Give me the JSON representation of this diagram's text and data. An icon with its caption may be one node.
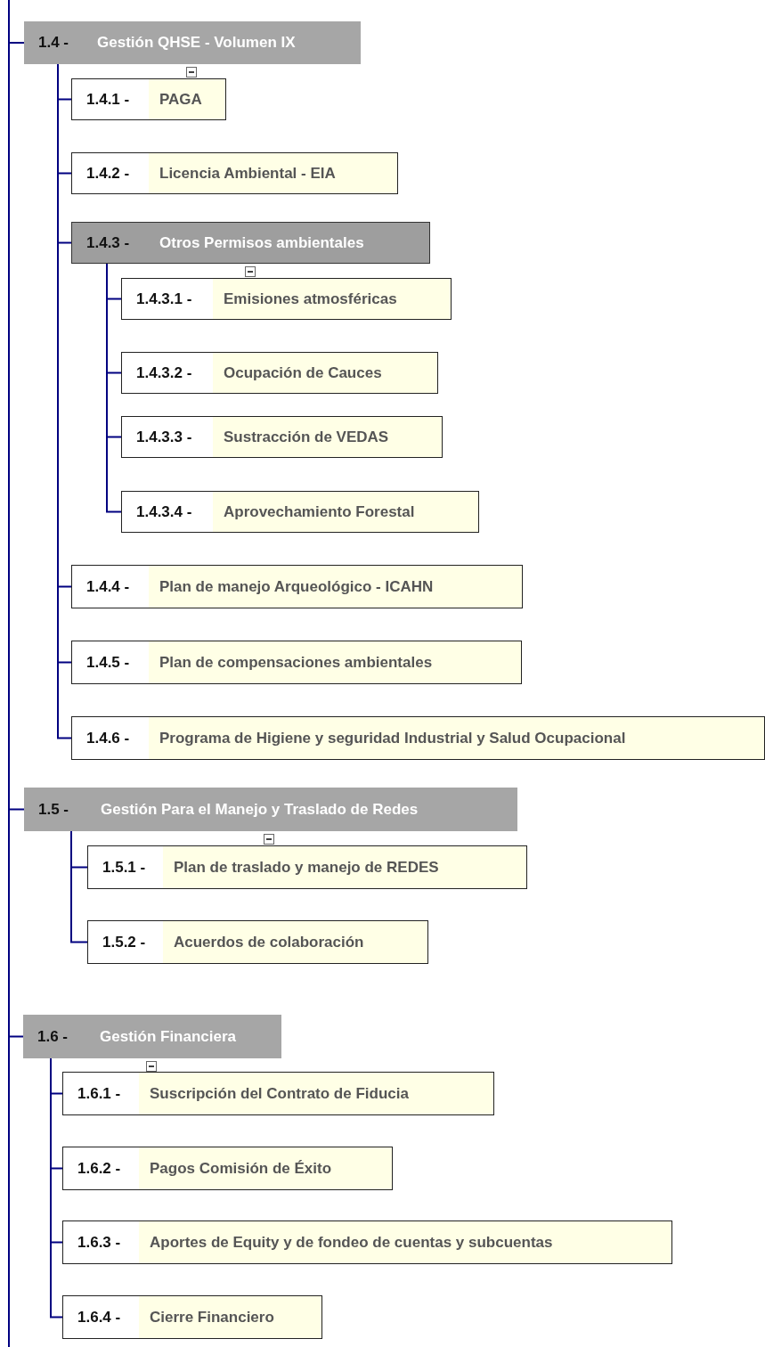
{
  "diagram": {
    "nodes": [
      {
        "text": [
          "1.4 -",
          "Gestión QHSE - Volumen IX"
        ]
      },
      {
        "text": [
          "1.4.1 -",
          "PAGA"
        ]
      },
      {
        "text": [
          "1.4.2 -",
          "Licencia Ambiental - EIA"
        ]
      },
      {
        "text": [
          "1.4.3 -",
          "Otros Permisos ambientales"
        ]
      },
      {
        "text": [
          "1.4.3.1 -",
          "Emisiones atmosféricas"
        ]
      },
      {
        "text": [
          "1.4.3.2 -",
          "Ocupación de Cauces"
        ]
      },
      {
        "text": [
          "1.4.3.3 -",
          "Sustracción de VEDAS"
        ]
      },
      {
        "text": [
          "1.4.3.4 -",
          "Aprovechamiento Forestal"
        ]
      },
      {
        "text": [
          "1.4.4 -",
          "Plan de manejo Arqueológico - ICAHN"
        ]
      },
      {
        "text": [
          "1.4.5 -",
          "Plan de compensaciones ambientales"
        ]
      },
      {
        "text": [
          "1.4.6 -",
          "Programa de Higiene y seguridad Industrial y Salud Ocupacional"
        ]
      },
      {
        "text": [
          "1.5 -",
          "Gestión Para el Manejo y Traslado de Redes"
        ]
      },
      {
        "text": [
          "1.5.1 -",
          "Plan de traslado y manejo de REDES"
        ]
      },
      {
        "text": [
          "1.5.2 -",
          "Acuerdos de colaboración"
        ]
      },
      {
        "text": [
          "1.6 -",
          "Gestión Financiera"
        ]
      },
      {
        "text": [
          "1.6.1 -",
          "Suscripción del Contrato de Fiducia"
        ]
      },
      {
        "text": [
          "1.6.2 -",
          "Pagos Comisión de Éxito"
        ]
      },
      {
        "text": [
          "1.6.3 -",
          "Aportes de Equity y de fondeo de cuentas y subcuentas"
        ]
      },
      {
        "text": [
          "1.6.4 -",
          "Cierre Financiero"
        ]
      }
    ],
    "edges": [
      {
        "from": null,
        "to": 0,
        "arrow": "none"
      },
      {
        "from": 0,
        "to": 1,
        "arrow": "none"
      },
      {
        "from": 0,
        "to": 2,
        "arrow": "none"
      },
      {
        "from": 0,
        "to": 3,
        "arrow": "none"
      },
      {
        "from": 3,
        "to": 4,
        "arrow": "none"
      },
      {
        "from": 3,
        "to": 5,
        "arrow": "none"
      },
      {
        "from": 3,
        "to": 6,
        "arrow": "none"
      },
      {
        "from": 3,
        "to": 7,
        "arrow": "none"
      },
      {
        "from": 0,
        "to": 8,
        "arrow": "none"
      },
      {
        "from": 0,
        "to": 9,
        "arrow": "none"
      },
      {
        "from": 0,
        "to": 10,
        "arrow": "none"
      },
      {
        "from": null,
        "to": 11,
        "arrow": "none"
      },
      {
        "from": 11,
        "to": 12,
        "arrow": "none"
      },
      {
        "from": 11,
        "to": 13,
        "arrow": "none"
      },
      {
        "from": null,
        "to": 14,
        "arrow": "none"
      },
      {
        "from": 14,
        "to": 15,
        "arrow": "none"
      },
      {
        "from": 14,
        "to": 16,
        "arrow": "none"
      },
      {
        "from": 14,
        "to": 17,
        "arrow": "none"
      },
      {
        "from": 14,
        "to": 18,
        "arrow": "none"
      }
    ]
  }
}
